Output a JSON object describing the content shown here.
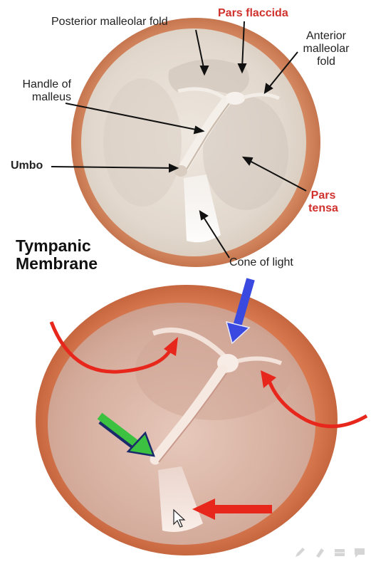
{
  "title": [
    "Tympanic",
    "Membrane"
  ],
  "labels": {
    "posterior_malleolar_fold": "Posterior malleolar fold",
    "pars_flaccida": "Pars flaccida",
    "anterior_malleolar_fold": [
      "Anterior",
      "malleolar",
      "fold"
    ],
    "handle_of_malleus": [
      "Handle of",
      "malleus"
    ],
    "umbo": "Umbo",
    "pars_tensa": [
      "Pars",
      "tensa"
    ],
    "cone_of_light": "Cone of light"
  },
  "colors": {
    "label_text": "#222222",
    "highlight_red": "#d0312d",
    "arrow_red": "#e8271c",
    "arrow_blue": "#3a49e0",
    "arrow_green": "#3cc240",
    "rim": "#c97a55",
    "membrane": "#e3dad0",
    "membrane_photo": "#d9b6a6"
  },
  "icons": [
    "pen-icon",
    "marker-icon",
    "grid-icon",
    "chat-icon"
  ]
}
